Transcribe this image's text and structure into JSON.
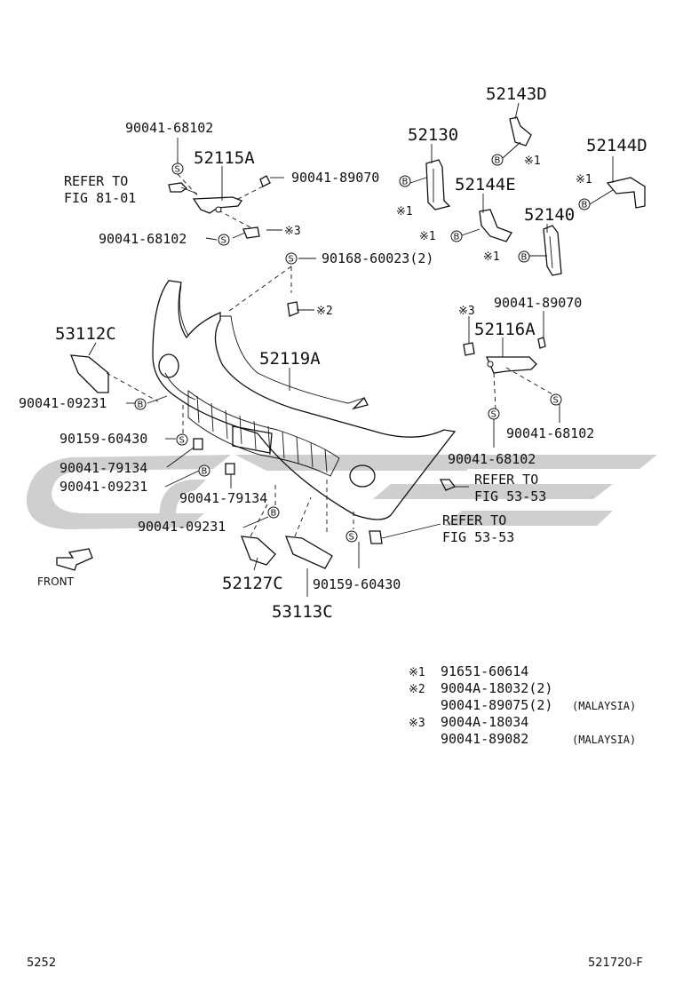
{
  "labels": {
    "p90041_68102_a": "90041-68102",
    "p52115A": "52115A",
    "refer_fig81_l1": "REFER TO",
    "refer_fig81_l2": "FIG 81-01",
    "p90041_89070_a": "90041-89070",
    "p90041_68102_b": "90041-68102",
    "mark3_a": "※3",
    "p90168_60023": "90168-60023(2)",
    "mark2_a": "※2",
    "p52130": "52130",
    "mark1_a": "※1",
    "p52143D": "52143D",
    "mark1_b": "※1",
    "p52144E": "52144E",
    "mark1_c": "※1",
    "p52144D": "52144D",
    "mark1_d": "※1",
    "p52140": "52140",
    "mark1_e": "※1",
    "p90041_89070_b": "90041-89070",
    "mark3_b": "※3",
    "p52116A": "52116A",
    "p53112C": "53112C",
    "p52119A": "52119A",
    "p90041_09231_a": "90041-09231",
    "p90159_60430_a": "90159-60430",
    "p90041_79134_a": "90041-79134",
    "p90041_09231_b": "90041-09231",
    "p90041_79134_b": "90041-79134",
    "p90041_09231_c": "90041-09231",
    "p90041_68102_c": "90041-68102",
    "p90041_68102_d": "90041-68102",
    "refer_fig53a_l1": "REFER TO",
    "refer_fig53a_l2": "FIG 53-53",
    "refer_fig53b_l1": "REFER TO",
    "refer_fig53b_l2": "FIG 53-53",
    "p52127C": "52127C",
    "p90159_60430_b": "90159-60430",
    "p53113C": "53113C",
    "front": "FRONT"
  },
  "circle_markers": {
    "s": "S",
    "b": "B"
  },
  "legend": [
    {
      "mark": "※1",
      "lines": [
        {
          "part": "91651-60614",
          "note": ""
        }
      ]
    },
    {
      "mark": "※2",
      "lines": [
        {
          "part": "9004A-18032(2)",
          "note": ""
        },
        {
          "part": "90041-89075(2)",
          "note": "(MALAYSIA)"
        }
      ]
    },
    {
      "mark": "※3",
      "lines": [
        {
          "part": "9004A-18034",
          "note": ""
        },
        {
          "part": "90041-89082",
          "note": "(MALAYSIA)"
        }
      ]
    }
  ],
  "footer": {
    "page_number": "5252",
    "figure_code": "521720-F"
  },
  "colors": {
    "ink": "#111111",
    "watermark": "#cfcfcf",
    "background": "#ffffff"
  }
}
